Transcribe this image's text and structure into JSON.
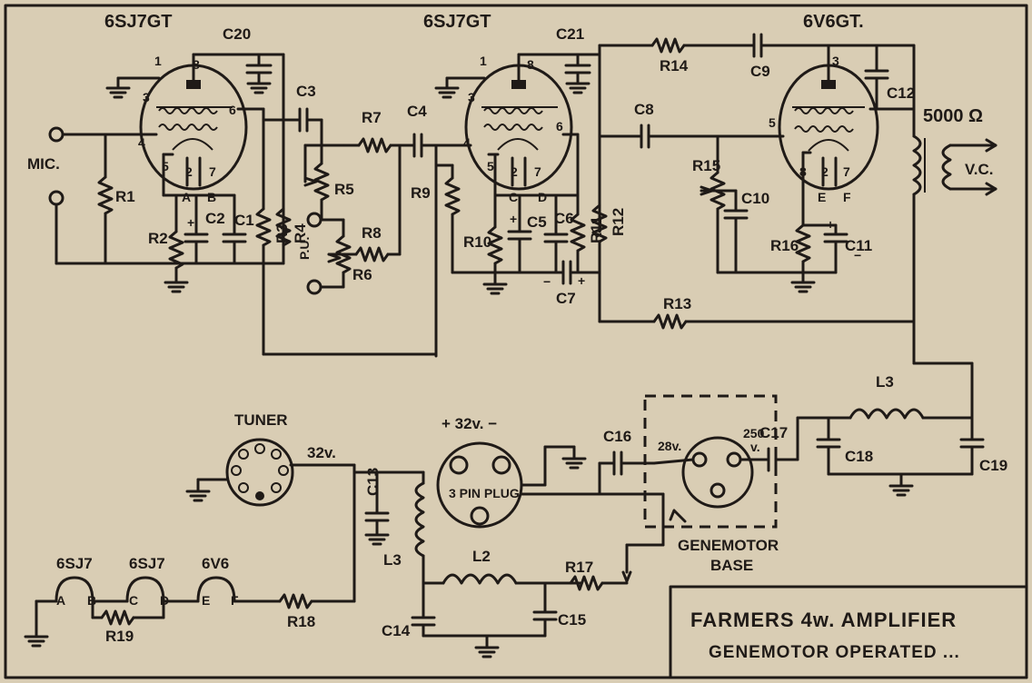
{
  "title": {
    "line1": "FARMERS 4w. AMPLIFIER",
    "line2": "GENEMOTOR OPERATED ..."
  },
  "tubes": {
    "v1": "6SJ7GT",
    "v2": "6SJ7GT",
    "v3": "6V6GT."
  },
  "pins": {
    "one": "1",
    "two": "2",
    "three": "3",
    "four": "4",
    "five": "5",
    "six": "6",
    "seven": "7",
    "eight": "8",
    "A": "A",
    "B": "B",
    "C": "C",
    "D": "D",
    "E": "E",
    "F": "F"
  },
  "components": {
    "R1": "R1",
    "R2": "R2",
    "R3": "R3",
    "R4": "R4",
    "R5": "R5",
    "R6": "R6",
    "R7": "R7",
    "R8": "R8",
    "R9": "R9",
    "R10": "R10",
    "R11": "R11",
    "R12": "R12",
    "R13": "R13",
    "R14": "R14",
    "R15": "R15",
    "R16": "R16",
    "R17": "R17",
    "R18": "R18",
    "R19": "R19",
    "C1": "C1",
    "C2": "C2",
    "C3": "C3",
    "C4": "C4",
    "C5": "C5",
    "C6": "C6",
    "C7": "C7",
    "C8": "C8",
    "C9": "C9",
    "C10": "C10",
    "C11": "C11",
    "C12": "C12",
    "C13": "C13",
    "C14": "C14",
    "C15": "C15",
    "C16": "C16",
    "C17": "C17",
    "C18": "C18",
    "C19": "C19",
    "C20": "C20",
    "C21": "C21",
    "L2": "L2",
    "L3a": "L3",
    "L3b": "L3"
  },
  "labels": {
    "mic": "MIC.",
    "pu": "P.U.",
    "transformer": "5000 Ω",
    "vc": "V.C.",
    "tuner": "TUNER",
    "tuner_voltage": "32v.",
    "supply": "+ 32v. −",
    "plug": "3 PIN PLUG",
    "v28": "28v.",
    "v250a": "250",
    "v250b": "v.",
    "genemotor1": "GENEMOTOR",
    "genemotor2": "BASE",
    "plus": "+",
    "minus": "−"
  },
  "heaters": {
    "h1": "6SJ7",
    "h2": "6SJ7",
    "h3": "6V6"
  }
}
